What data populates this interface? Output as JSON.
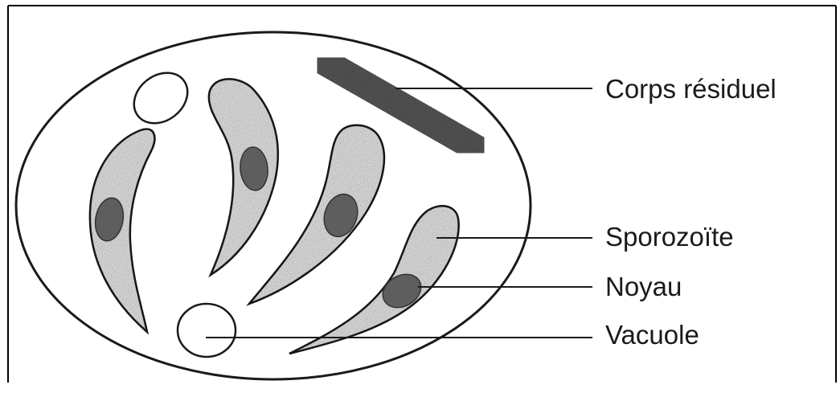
{
  "diagram": {
    "labels": {
      "residual_body": "Corps résiduel",
      "sporozoite": "Sporozoïte",
      "nucleus": "Noyau",
      "vacuole": "Vacuole"
    },
    "colors": {
      "background": "#ffffff",
      "outline": "#1a1a1a",
      "cell_fill": "#dcdcdc",
      "nucleus_fill": "#5e5e5e",
      "residual_body_fill": "#555555",
      "frame": "#000000"
    }
  }
}
